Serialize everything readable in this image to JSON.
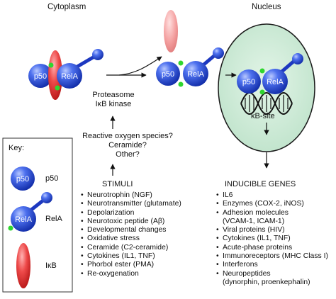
{
  "headers": {
    "cytoplasm": "Cytoplasm",
    "nucleus": "Nucleus"
  },
  "molecules": {
    "p50": "p50",
    "rela": "RelA"
  },
  "kinase_label": {
    "line1": "Proteasome",
    "line2": "IκB kinase"
  },
  "kb_site": "κB-site",
  "signals": {
    "line1": "Reactive oxygen species?",
    "line2": "Ceramide?",
    "line3": "Other?"
  },
  "stimuli": {
    "title": "STIMULI",
    "items": [
      "Neurotrophin (NGF)",
      "Neurotransmitter (glutamate)",
      "Depolarization",
      "Neurotoxic peptide (Aβ)",
      "Developmental changes",
      "Oxidative stress",
      "Ceramide (C2-ceramide)",
      "Cytokines (IL1, TNF)",
      "Phorbol ester (PMA)",
      "Re-oxygenation"
    ]
  },
  "genes": {
    "title": "INDUCIBLE GENES",
    "items": [
      {
        "text": "IL6"
      },
      {
        "text": "Enzymes (COX-2, iNOS)"
      },
      {
        "text": "Adhesion molecules",
        "cont": "(VCAM-1, ICAM-1)"
      },
      {
        "text": "Viral proteins (HIV)"
      },
      {
        "text": "Cytokines (IL1, TNF)"
      },
      {
        "text": "Acute-phase proteins"
      },
      {
        "text": "Immunoreceptors (MHC Class I)"
      },
      {
        "text": "Interferons"
      },
      {
        "text": "Neuropeptides",
        "cont": "(dynorphin, proenkephalin)"
      }
    ]
  },
  "key": {
    "title": "Key:",
    "p50": "p50",
    "rela": "RelA",
    "ikb": "IκB"
  },
  "colors": {
    "protein_blue": "#2a4fd0",
    "green_dot": "#2fd62f",
    "ikb_red": "#e23a3a",
    "nucleus_fill": "#ccebd6",
    "nucleus_stroke": "#1a1a1a"
  }
}
